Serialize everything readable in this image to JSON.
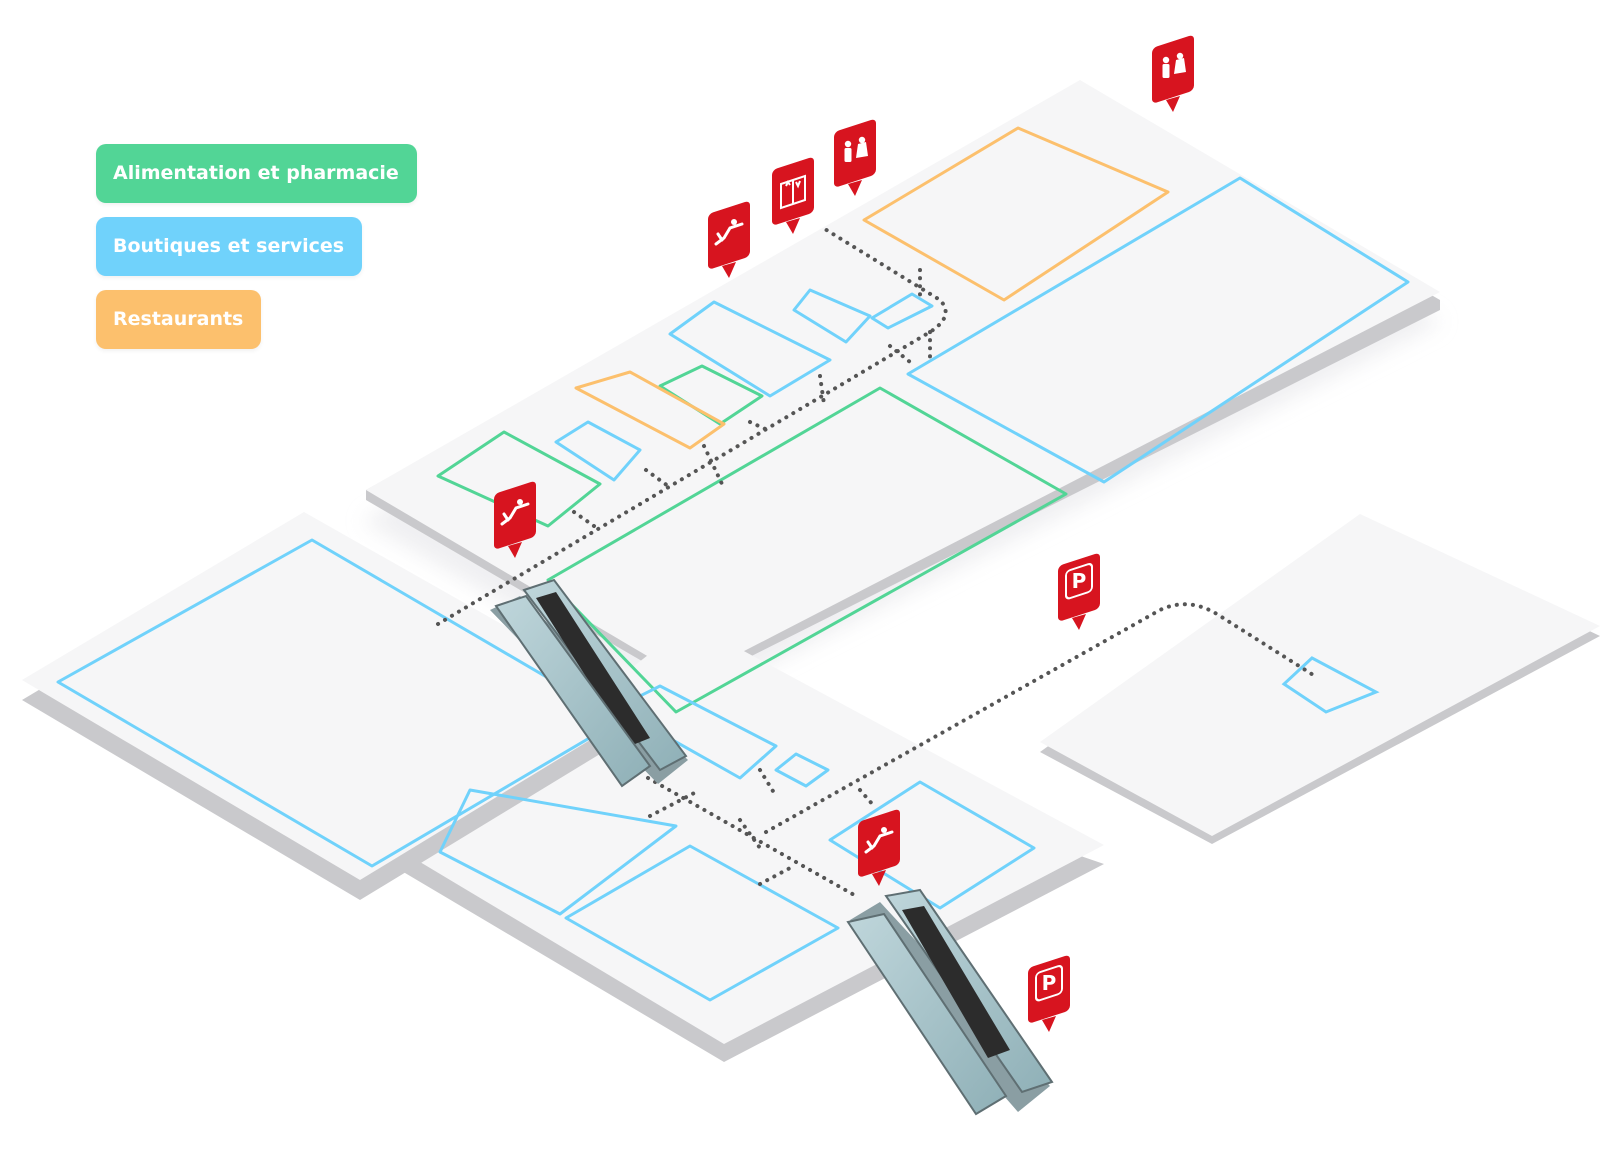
{
  "legend": {
    "items": [
      {
        "label": "Alimentation et pharmacie",
        "color": "#52d596"
      },
      {
        "label": "Boutiques et services",
        "color": "#70d2fb"
      },
      {
        "label": "Restaurants",
        "color": "#fcc06d"
      }
    ]
  },
  "colors": {
    "food_pharmacy": "#52d596",
    "shops_services": "#70d2fb",
    "restaurants": "#fcc06d",
    "marker_red": "#d7141f",
    "path_dots": "#555555",
    "floor": "#f6f6f7"
  },
  "markers": [
    {
      "type": "restroom",
      "icon": "restroom-icon"
    },
    {
      "type": "restroom",
      "icon": "restroom-icon"
    },
    {
      "type": "elevator",
      "icon": "elevator-icon"
    },
    {
      "type": "escalator",
      "icon": "escalator-icon"
    },
    {
      "type": "escalator",
      "icon": "escalator-icon"
    },
    {
      "type": "escalator",
      "icon": "escalator-icon"
    },
    {
      "type": "parking",
      "icon": "parking-icon",
      "label": "P"
    },
    {
      "type": "parking",
      "icon": "parking-icon",
      "label": "P"
    }
  ]
}
